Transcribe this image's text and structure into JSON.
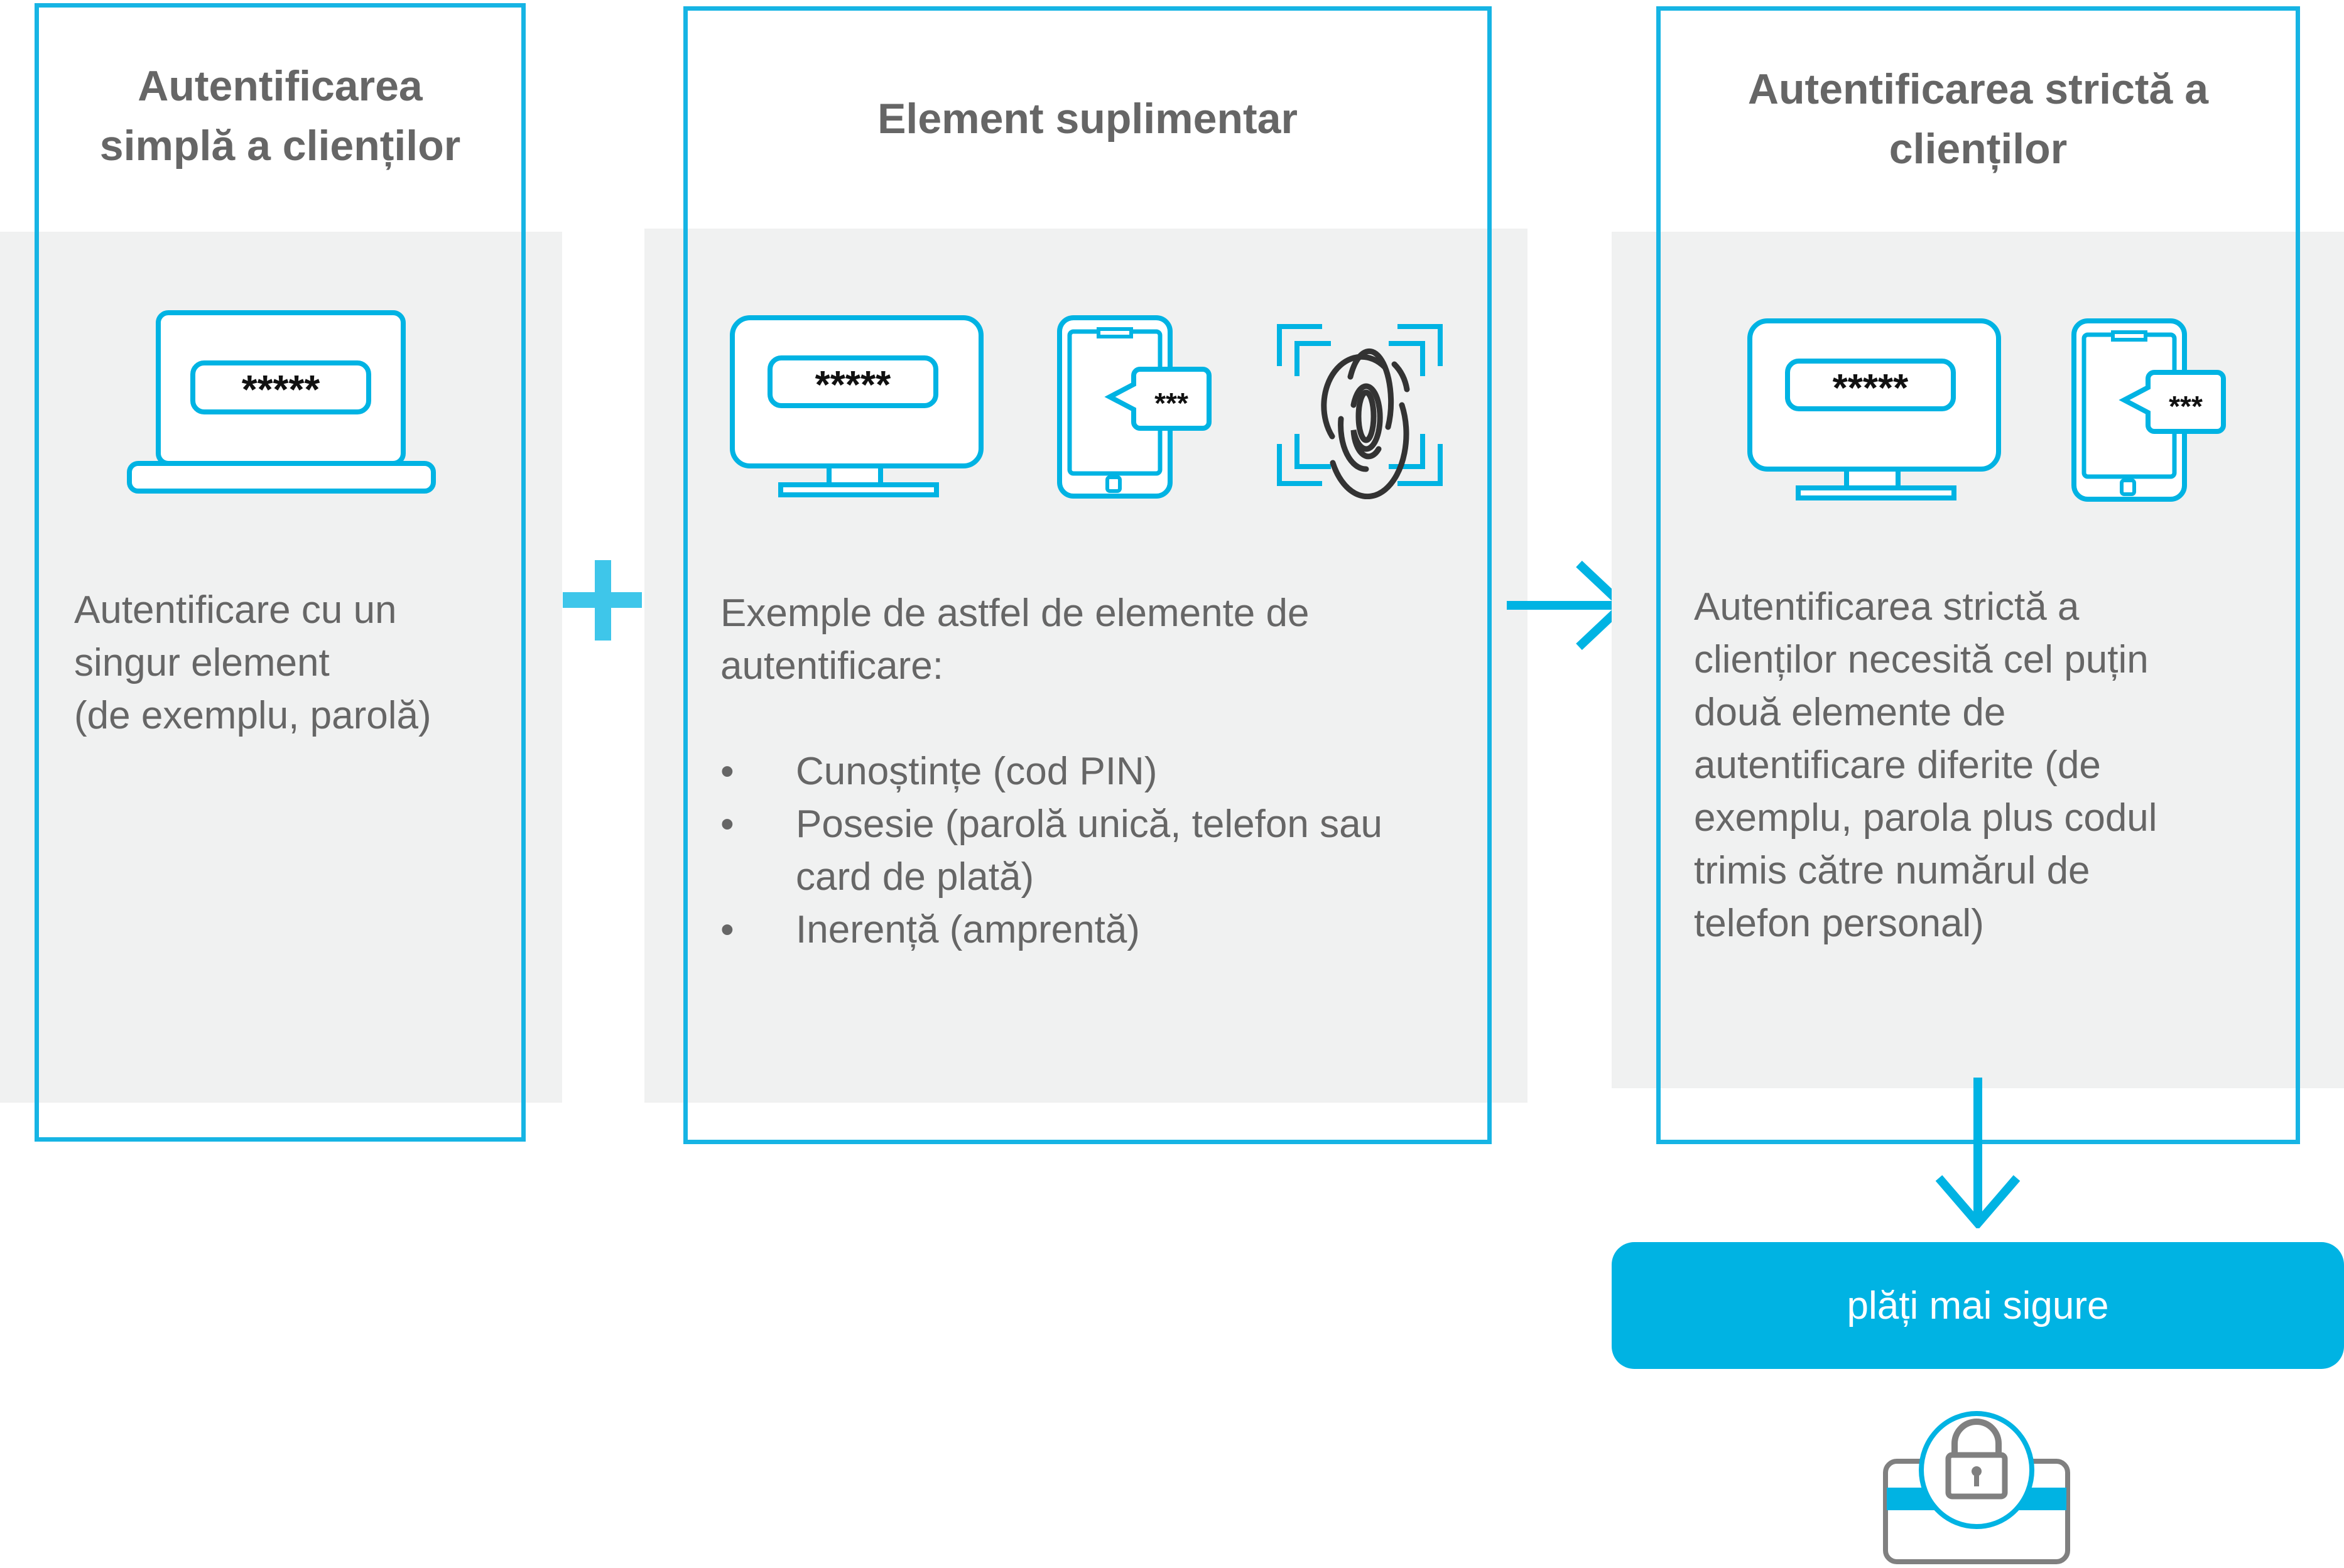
{
  "colors": {
    "accent": "#00b3e3",
    "frame": "#16b4e4",
    "panel_bg": "#f0f1f1",
    "text": "#666666",
    "fingerprint": "#333333",
    "lock_gray": "#808080"
  },
  "columns": [
    {
      "title": "Autentificarea simplă a clienților",
      "title_lines": [
        "Autentificarea",
        "simplă a clienților"
      ],
      "icons": [
        "laptop-password-icon"
      ],
      "password_mask": "*****",
      "description_lines": [
        "Autentificare cu un",
        "singur element",
        "(de exemplu, parolă)"
      ]
    },
    {
      "title": "Element suplimentar",
      "icons": [
        "monitor-password-icon",
        "phone-sms-code-icon",
        "fingerprint-scan-icon"
      ],
      "password_mask": "*****",
      "sms_mask": "***",
      "intro_lines": [
        "Exemple de astfel de elemente de",
        "autentificare:"
      ],
      "bullet_char": "•",
      "bullets": [
        {
          "lines": [
            "Cunoștințe (cod PIN)"
          ]
        },
        {
          "lines": [
            "Posesie (parolă unică, telefon sau",
            "card de plată)"
          ]
        },
        {
          "lines": [
            "Inerență (amprentă)"
          ]
        }
      ]
    },
    {
      "title": "Autentificarea strictă a clienților",
      "title_lines": [
        "Autentificarea strictă a",
        "clienților"
      ],
      "icons": [
        "monitor-password-icon",
        "phone-sms-code-icon"
      ],
      "password_mask": "*****",
      "sms_mask": "***",
      "description_lines": [
        "Autentificarea strictă a",
        "clienților necesită cel puțin",
        "două elemente de",
        "autentificare diferite (de",
        "exemplu, parola plus codul",
        "trimis către numărul de",
        "telefon personal)"
      ]
    }
  ],
  "connectors": {
    "plus": "plus-icon",
    "arrow_right": "arrow-right-icon",
    "arrow_down": "arrow-down-icon"
  },
  "result": {
    "label": "plăți mai sigure",
    "icon": "secure-card-lock-icon"
  }
}
